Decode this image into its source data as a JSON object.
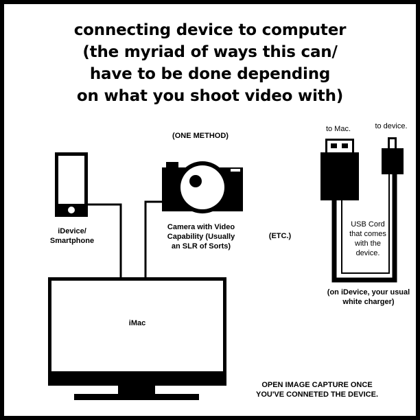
{
  "title_lines": [
    "connecting device to computer",
    "(the myriad of ways this can/",
    "have to be done depending",
    "on what you shoot video with)"
  ],
  "one_method_label": "(ONE METHOD)",
  "idevice_label": [
    "iDevice/",
    "Smartphone"
  ],
  "camera_label": [
    "Camera with Video",
    "Capability (Usually",
    "an SLR of Sorts)"
  ],
  "etc_label": "(ETC.)",
  "to_mac_label": "to Mac.",
  "to_device_label": "to device.",
  "usb_cord_label": [
    "USB Cord",
    "that comes",
    "with the",
    "device."
  ],
  "charger_note": [
    "(on iDevice, your usual",
    "white charger)"
  ],
  "imac_label": "iMac",
  "instruction": [
    "OPEN IMAGE CAPTURE ONCE",
    "YOU'VE CONNETED THE DEVICE."
  ]
}
